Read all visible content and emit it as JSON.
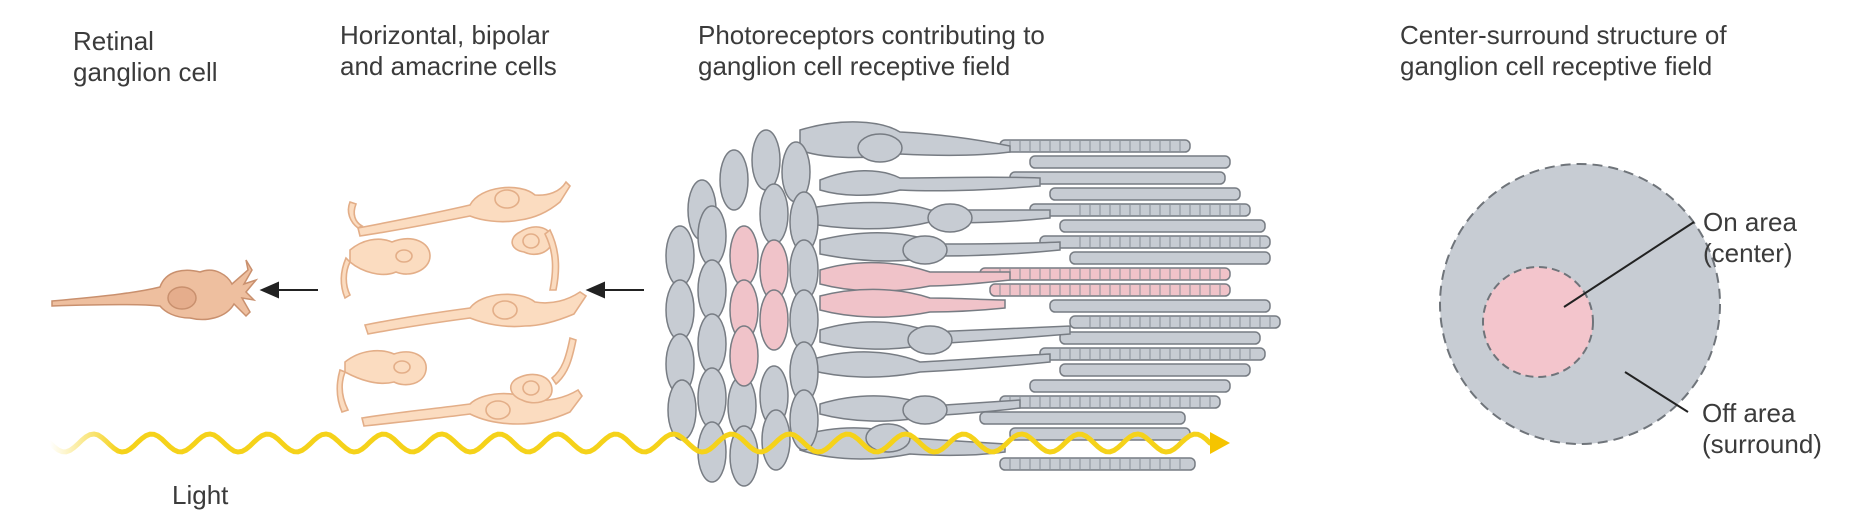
{
  "labels": {
    "ganglion": "Retinal\nganglion cell",
    "interneurons": "Horizontal, bipolar\nand amacrine cells",
    "photoreceptors": "Photoreceptors contributing to\nganglion cell receptive field",
    "center_surround": "Center-surround structure of\nganglion cell receptive field",
    "light": "Light",
    "on_area": "On area\n(center)",
    "off_area": "Off area\n(surround)"
  },
  "colors": {
    "ganglion_fill": "#eebf9f",
    "interneuron_fill": "#fbdcc0",
    "photoreceptor_fill": "#c7ccd3",
    "photoreceptor_stroke": "#777c83",
    "highlight_fill": "#f0c3c9",
    "light_wave": "#f5d21a",
    "surround_fill": "#c7ccd3",
    "center_fill": "#f3c5cc"
  }
}
